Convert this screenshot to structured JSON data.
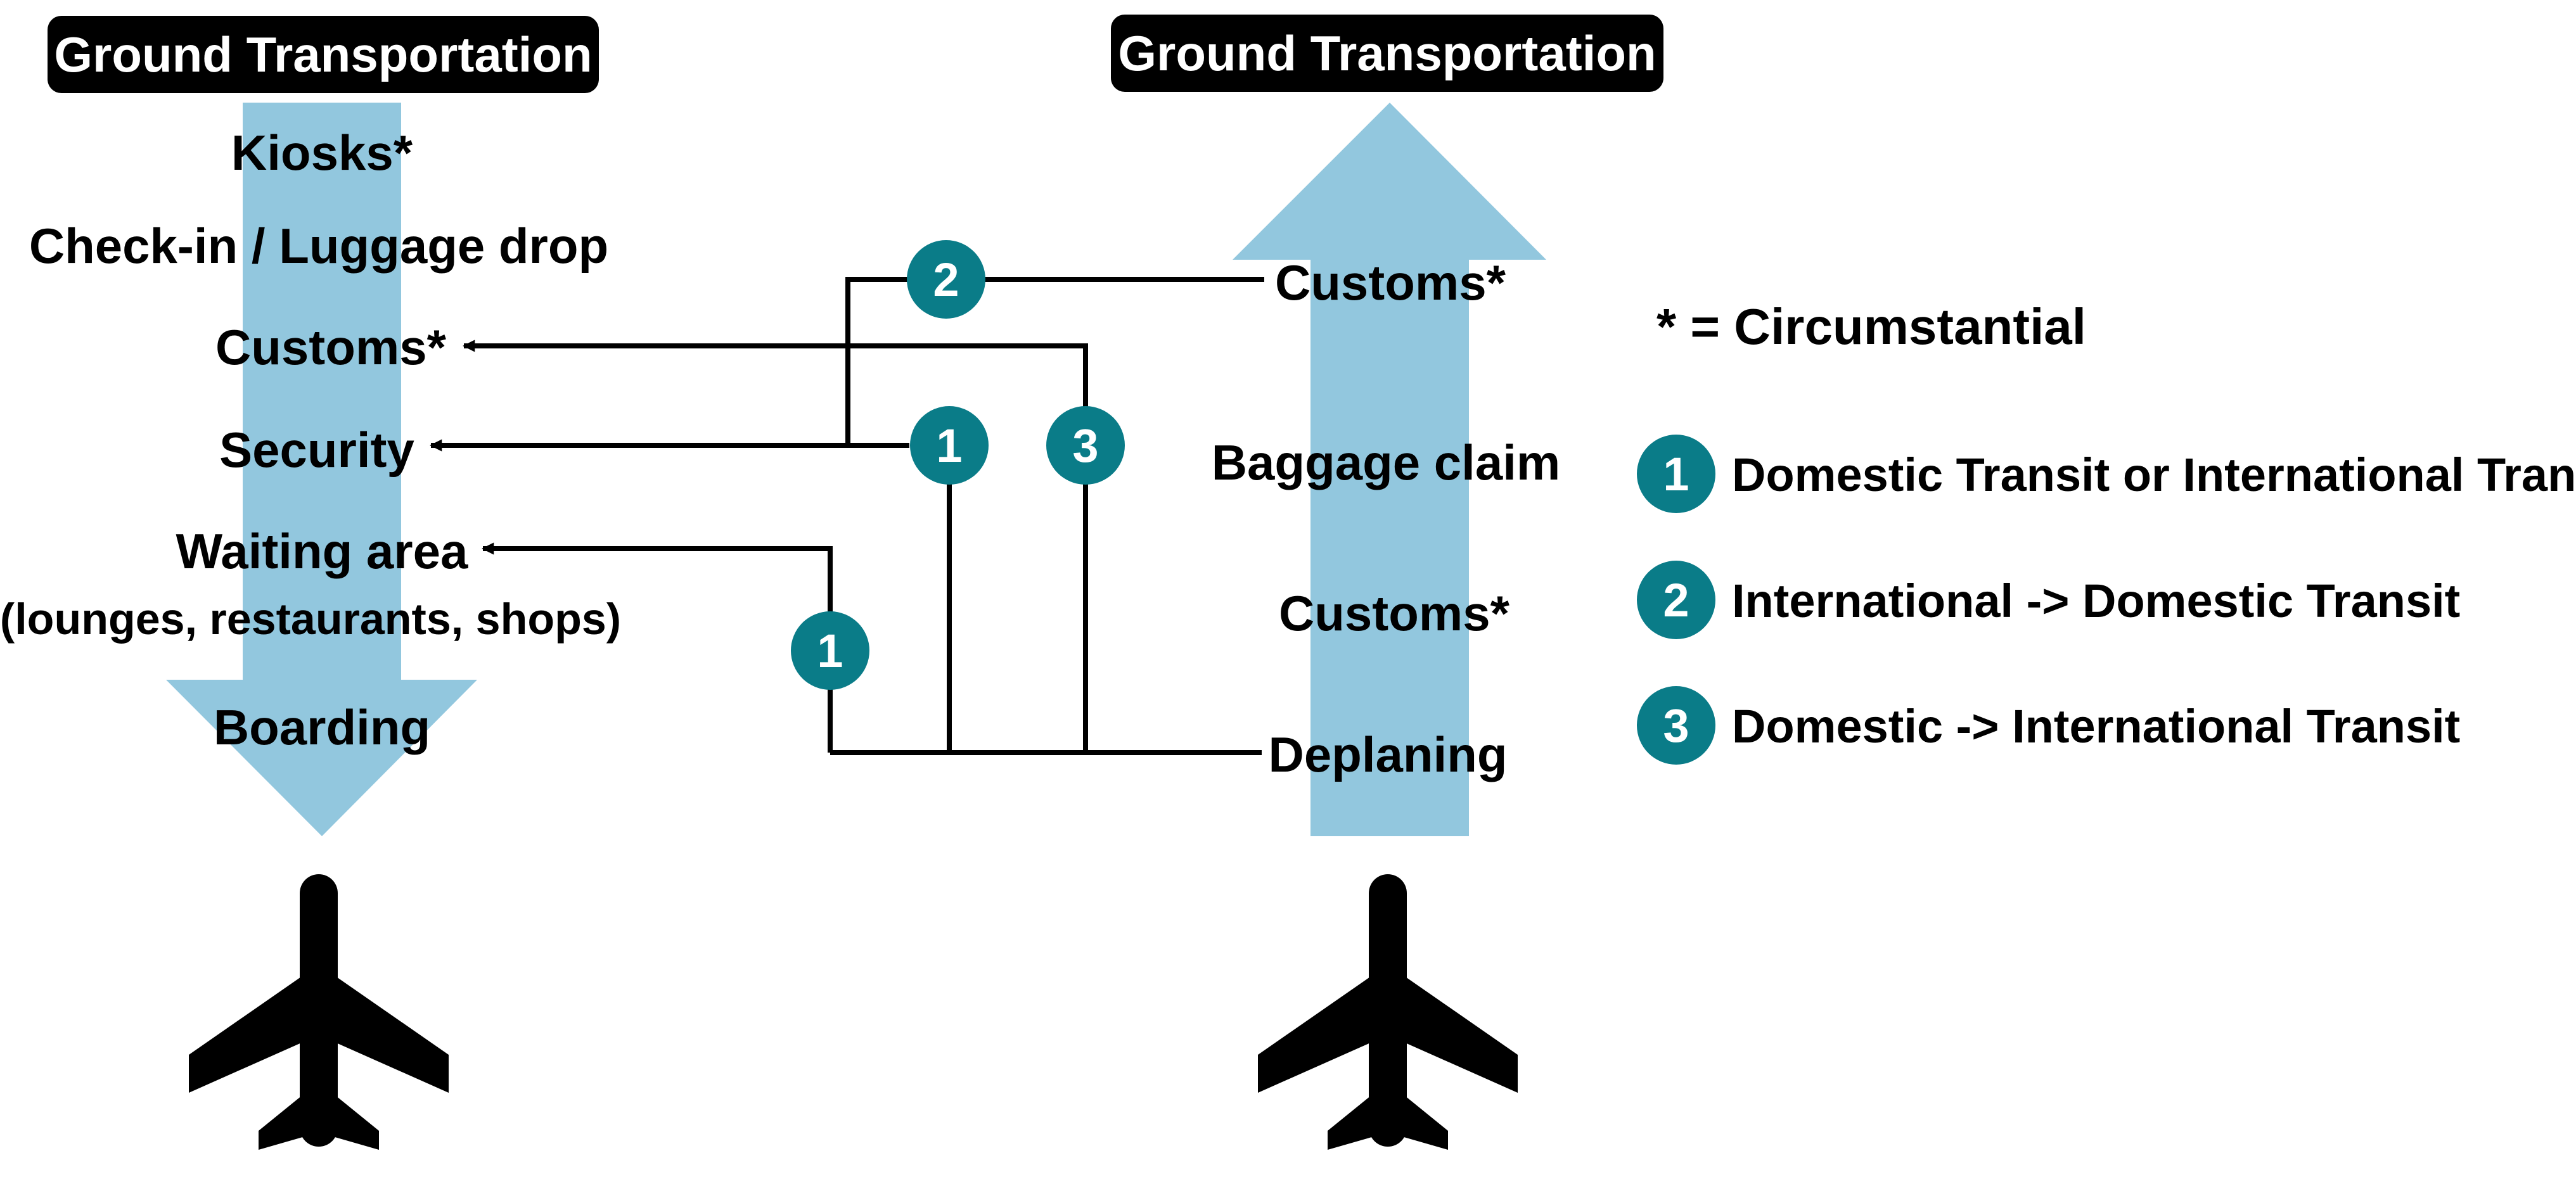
{
  "colors": {
    "arrow_fill": "#92C7DE",
    "badge_fill": "#0A7C88",
    "header_bg": "#000000",
    "header_text": "#FFFFFF",
    "line": "#000000",
    "text": "#000000",
    "plane": "#000000"
  },
  "departures": {
    "header": "Ground Transportation",
    "steps": {
      "kiosks": "Kiosks*",
      "checkin": "Check-in / Luggage drop",
      "customs": "Customs*",
      "security": "Security",
      "waiting": "Waiting area",
      "waiting_sub": "(lounges, restaurants, shops)",
      "boarding": "Boarding"
    },
    "icon": "airplane-icon"
  },
  "arrivals": {
    "header": "Ground Transportation",
    "steps": {
      "customs_top": "Customs*",
      "baggage": "Baggage claim",
      "customs_bottom": "Customs*",
      "deplaning": "Deplaning"
    },
    "icon": "airplane-icon"
  },
  "badges": {
    "route2": "2",
    "route1_top": "1",
    "route3": "3",
    "route1_bottom": "1"
  },
  "legend": {
    "note": "* = Circumstantial",
    "items": [
      {
        "number": "1",
        "label": "Domestic Transit or International Transit"
      },
      {
        "number": "2",
        "label": "International -> Domestic Transit"
      },
      {
        "number": "3",
        "label": "Domestic -> International Transit"
      }
    ]
  }
}
